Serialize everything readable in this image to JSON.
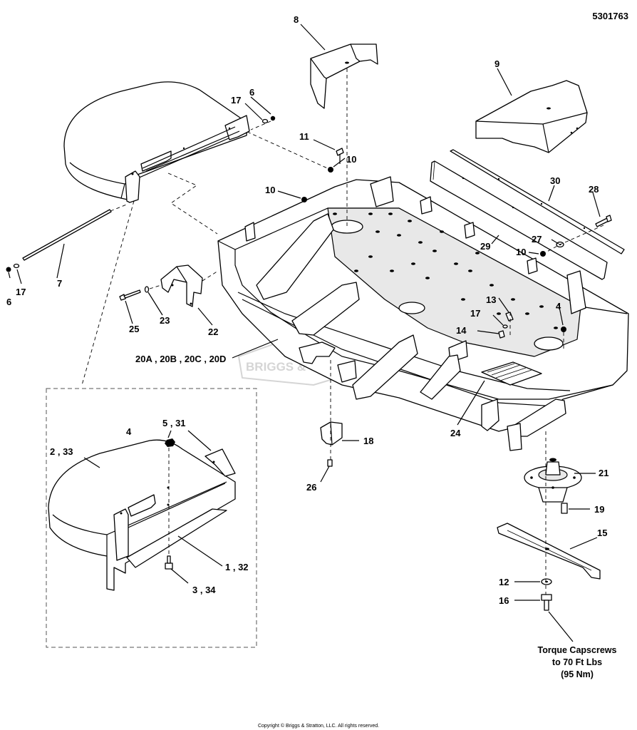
{
  "document_id": "5301763",
  "copyright": "Copyright © Briggs & Stratton, LLC. All rights reserved.",
  "watermark": "BRIGGS & STRATTON",
  "note": {
    "line1": "Torque Capscrews",
    "line2": "to 70 Ft Lbs",
    "line3": "(95 Nm)"
  },
  "callouts": [
    {
      "id": "c1",
      "text": "8"
    },
    {
      "id": "c2",
      "text": "9"
    },
    {
      "id": "c3",
      "text": "17"
    },
    {
      "id": "c4",
      "text": "6"
    },
    {
      "id": "c5",
      "text": "11"
    },
    {
      "id": "c6",
      "text": "10"
    },
    {
      "id": "c7",
      "text": "10"
    },
    {
      "id": "c8",
      "text": "30"
    },
    {
      "id": "c9",
      "text": "28"
    },
    {
      "id": "c10",
      "text": "27"
    },
    {
      "id": "c11",
      "text": "29"
    },
    {
      "id": "c12",
      "text": "10"
    },
    {
      "id": "c13",
      "text": "7"
    },
    {
      "id": "c14",
      "text": "6"
    },
    {
      "id": "c15",
      "text": "17"
    },
    {
      "id": "c16",
      "text": "25"
    },
    {
      "id": "c17",
      "text": "23"
    },
    {
      "id": "c18",
      "text": "22"
    },
    {
      "id": "c19",
      "text": "13"
    },
    {
      "id": "c20",
      "text": "4"
    },
    {
      "id": "c21",
      "text": "17"
    },
    {
      "id": "c22",
      "text": "14"
    },
    {
      "id": "c23",
      "text": "20A , 20B , 20C , 20D"
    },
    {
      "id": "c24",
      "text": "24"
    },
    {
      "id": "c25",
      "text": "5 , 31"
    },
    {
      "id": "c26",
      "text": "4"
    },
    {
      "id": "c27",
      "text": "2 , 33"
    },
    {
      "id": "c28",
      "text": "18"
    },
    {
      "id": "c29",
      "text": "21"
    },
    {
      "id": "c30",
      "text": "26"
    },
    {
      "id": "c31",
      "text": "19"
    },
    {
      "id": "c32",
      "text": "15"
    },
    {
      "id": "c33",
      "text": "1 , 32"
    },
    {
      "id": "c34",
      "text": "3 , 34"
    },
    {
      "id": "c35",
      "text": "12"
    },
    {
      "id": "c36",
      "text": "16"
    }
  ]
}
